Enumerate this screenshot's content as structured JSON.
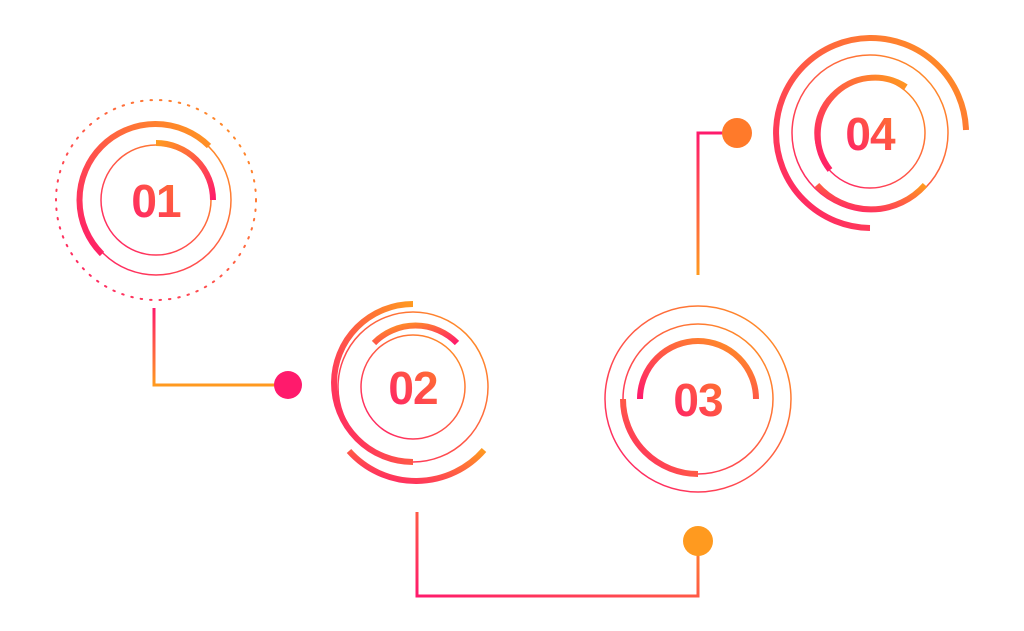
{
  "steps": [
    {
      "id": "01",
      "label": "01"
    },
    {
      "id": "02",
      "label": "02"
    },
    {
      "id": "03",
      "label": "03"
    },
    {
      "id": "04",
      "label": "04"
    }
  ],
  "colors": {
    "pink": "#ff1a6c",
    "orange": "#ff9a1f",
    "background": "#ffffff"
  }
}
